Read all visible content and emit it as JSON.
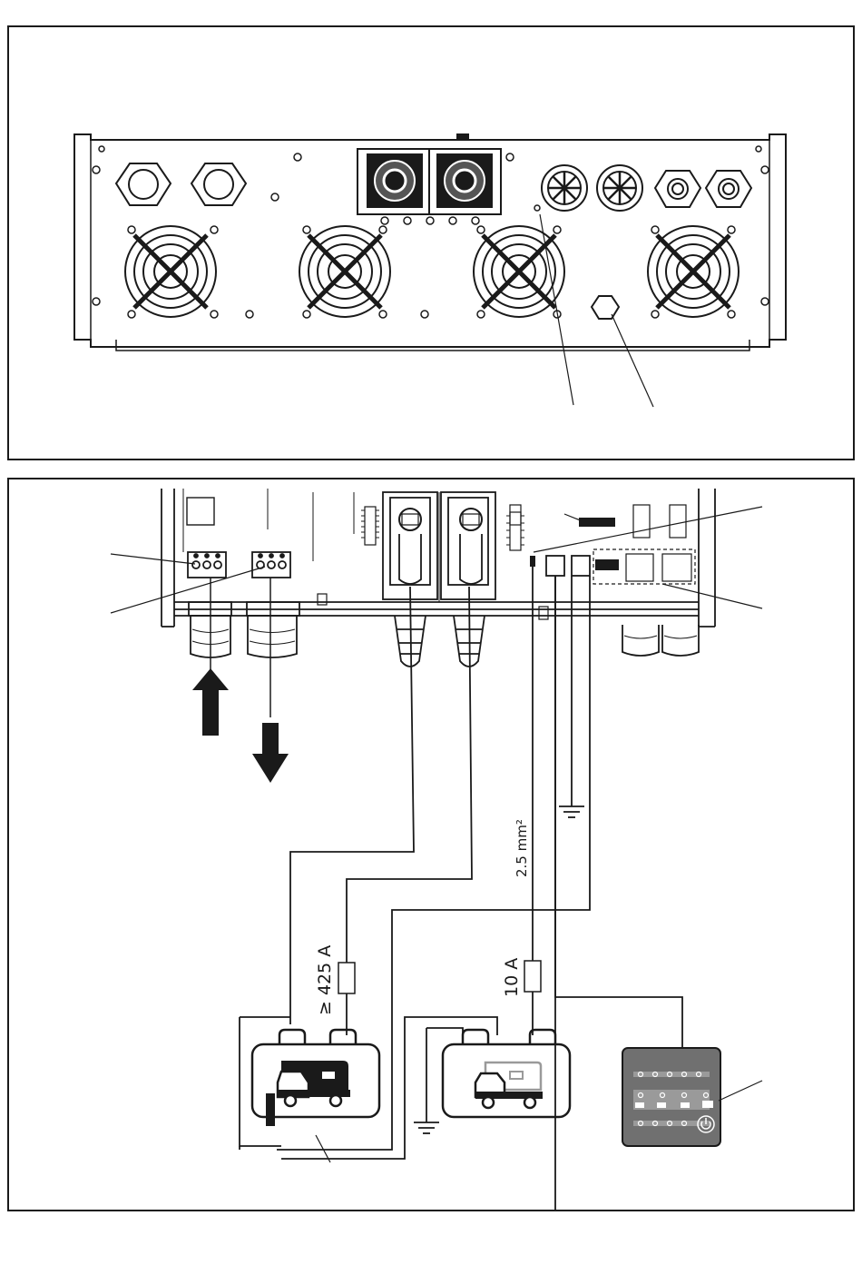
{
  "figure": {
    "top_view": "device-underside",
    "bottom_view": "battery-wiring-diagram"
  },
  "labels": {
    "dc_cable_fuse": "≥ 425 A",
    "sense_cable_fuse": "10 A",
    "sense_cable_cross_section": "2.5 mm²"
  },
  "colors": {
    "line": "#1a1a1a",
    "panel_fill": "#707070",
    "battery_gray": "#9a9a9a"
  }
}
